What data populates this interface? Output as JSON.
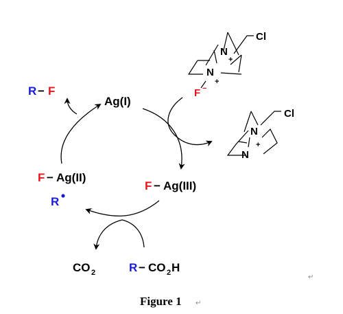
{
  "colors": {
    "red": "#e8141c",
    "blue": "#1a1adc",
    "black": "#000000"
  },
  "labels": {
    "product_r": "R",
    "product_dash": "−",
    "product_f": "F",
    "ag1": "Ag(I)",
    "ag2_f": "F",
    "ag2_dash": "−",
    "ag2": "Ag(II)",
    "radical_r": "R",
    "ag3_f": "F",
    "ag3_dash": "−",
    "ag3": "Ag(III)",
    "co2": "CO",
    "co2_sub": "2",
    "acid_r": "R",
    "acid_dash": "−",
    "acid_co": "CO",
    "acid_sub": "2",
    "acid_h": "H"
  },
  "reagent": {
    "n_top": "N",
    "n_top_charge": "+",
    "n_bottom": "N",
    "n_bottom_charge": "+",
    "cl": "Cl",
    "f": "F",
    "f_charge": "−"
  },
  "byproduct": {
    "n_top": "N",
    "n_bottom": "N",
    "n_charge": "+",
    "cl": "Cl"
  },
  "caption": "Figure 1",
  "paragraph_mark": "↵"
}
